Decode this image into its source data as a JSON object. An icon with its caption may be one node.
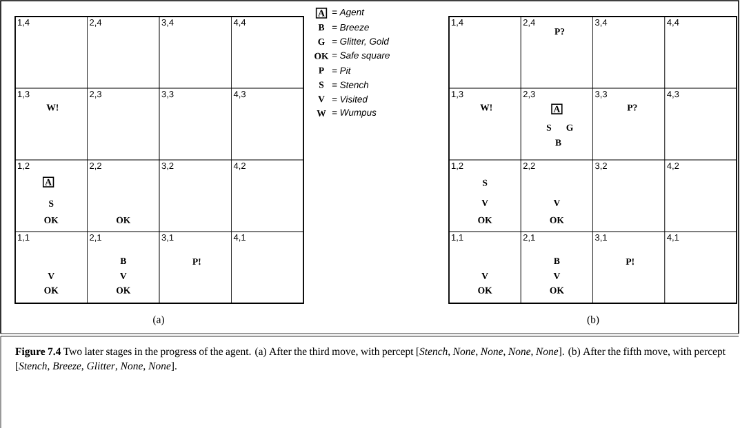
{
  "diagram": {
    "caption": "**Figure 7.4**    Two later stages in the progress of the agent.  (a) After the third move, with percept [*Stench*, *None*, *None*, *None*, *None*].  (b) After the fifth move, with percept [*Stench*, *Breeze*, *Glitter*, *None*, *None*].",
    "nodes": [
      {
        "text": [
          "1,4"
        ]
      },
      {
        "text": [
          "2,4"
        ]
      },
      {
        "text": [
          "3,4"
        ]
      },
      {
        "text": [
          "4,4"
        ]
      },
      {
        "text": [
          "1,3",
          "W!"
        ]
      },
      {
        "text": [
          "2,3"
        ]
      },
      {
        "text": [
          "3,3"
        ]
      },
      {
        "text": [
          "4,3"
        ]
      },
      {
        "text": [
          "1,2",
          "S",
          "OK"
        ]
      },
      {
        "text": [
          "A"
        ],
        "in": 8
      },
      {
        "text": [
          "2,2",
          "OK"
        ]
      },
      {
        "text": [
          "3,2"
        ]
      },
      {
        "text": [
          "4,2"
        ]
      },
      {
        "text": [
          "1,1",
          "V",
          "OK"
        ]
      },
      {
        "text": [
          "2,1",
          "B",
          "V",
          "OK"
        ]
      },
      {
        "text": [
          "3,1",
          "P!"
        ]
      },
      {
        "text": [
          "4,1"
        ]
      },
      {
        "text": [
          "1,4"
        ]
      },
      {
        "text": [
          "2,4",
          "P?"
        ]
      },
      {
        "text": [
          "3,4"
        ]
      },
      {
        "text": [
          "4,4"
        ]
      },
      {
        "text": [
          "1,3",
          "W!"
        ]
      },
      {
        "text": [
          "2,3",
          "S",
          "G",
          "B"
        ]
      },
      {
        "text": [
          "A"
        ],
        "in": 22
      },
      {
        "text": [
          "3,3",
          "P?"
        ]
      },
      {
        "text": [
          "4,3"
        ]
      },
      {
        "text": [
          "1,2",
          "S",
          "V",
          "OK"
        ]
      },
      {
        "text": [
          "2,2",
          "V",
          "OK"
        ]
      },
      {
        "text": [
          "3,2"
        ]
      },
      {
        "text": [
          "4,2"
        ]
      },
      {
        "text": [
          "1,1",
          "V",
          "OK"
        ]
      },
      {
        "text": [
          "2,1",
          "B",
          "V",
          "OK"
        ]
      },
      {
        "text": [
          "3,1",
          "P!"
        ]
      },
      {
        "text": [
          "4,1"
        ]
      }
    ],
    "labels": [
      "A",
      "= Agent",
      "B",
      "= Breeze",
      "G",
      "= Glitter, Gold",
      "OK",
      "= Safe square",
      "P",
      "= Pit",
      "S",
      "= Stench",
      "V",
      "= Visited",
      "W",
      "= Wumpus",
      "(a)",
      "(b)"
    ]
  }
}
